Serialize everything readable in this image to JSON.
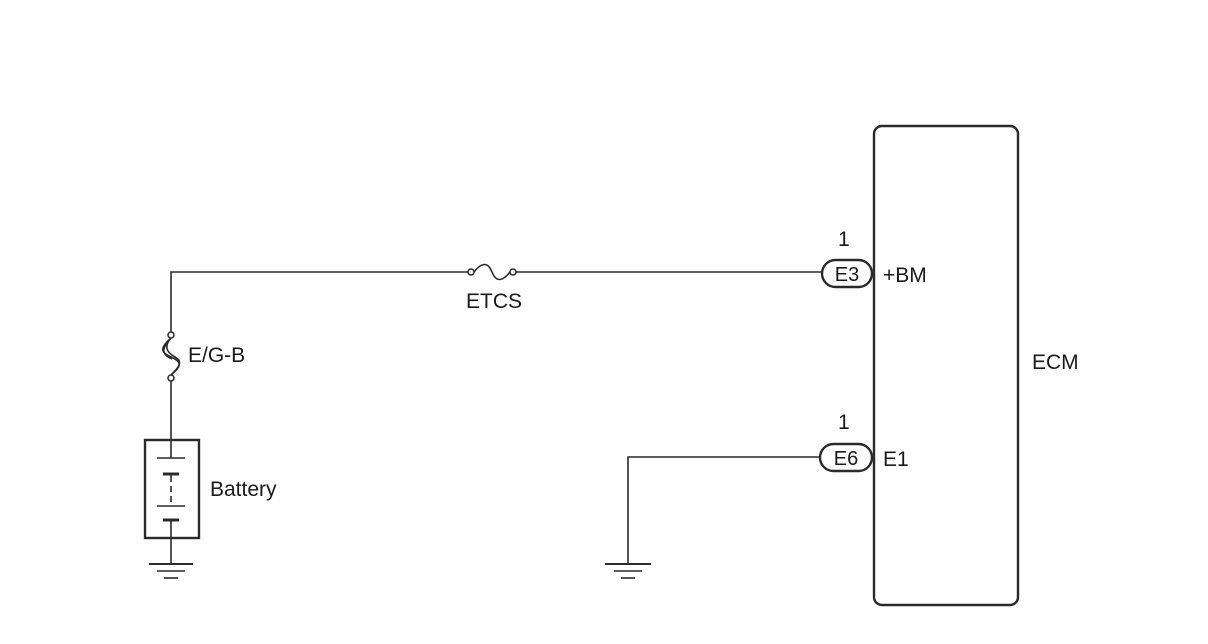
{
  "ecm": {
    "label": "ECM",
    "pins": [
      {
        "connector": "E3",
        "pin_number": "1",
        "terminal": "+BM"
      },
      {
        "connector": "E6",
        "pin_number": "1",
        "terminal": "E1"
      }
    ]
  },
  "fuses": {
    "main_fuse": "E/G-B",
    "etcs_fuse": "ETCS"
  },
  "battery": {
    "label": "Battery"
  }
}
